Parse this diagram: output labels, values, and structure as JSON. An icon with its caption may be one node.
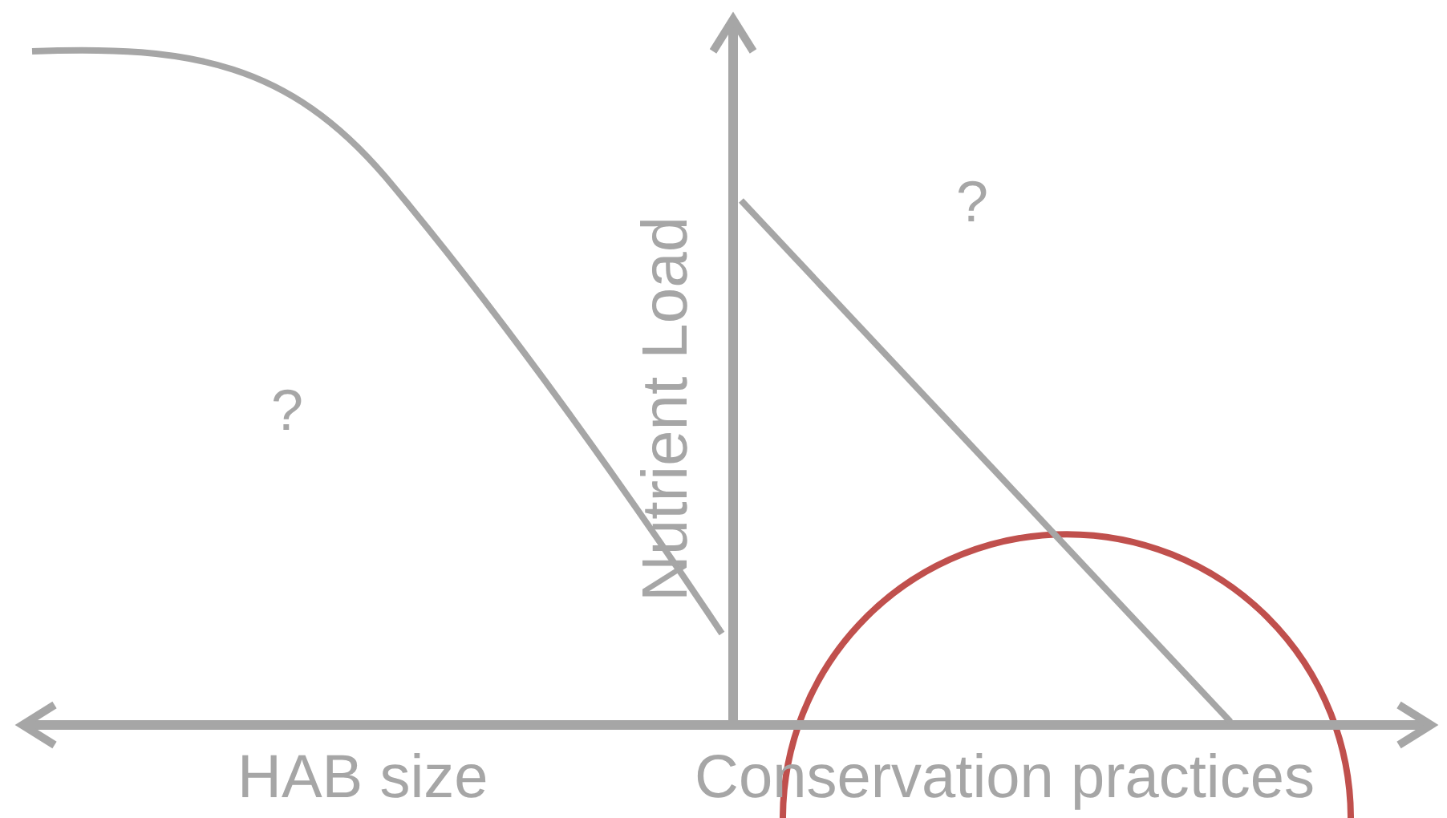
{
  "diagram": {
    "labels": [
      "?",
      "Nutrient Load",
      "?",
      "HAB size",
      "Conservation practices"
    ]
  }
}
